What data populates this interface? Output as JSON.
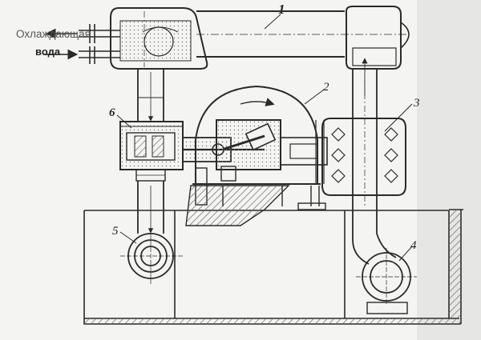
{
  "caption": {
    "line1": "Охлаждающая",
    "line2": "вода"
  },
  "labels": {
    "l1": "1",
    "l2": "2",
    "l3": "3",
    "l4": "4",
    "l5": "5",
    "l6": "6"
  },
  "colors": {
    "ink": "#2a2a2a",
    "paper": "#f4f4f2",
    "hatch": "#6a6a6a"
  }
}
